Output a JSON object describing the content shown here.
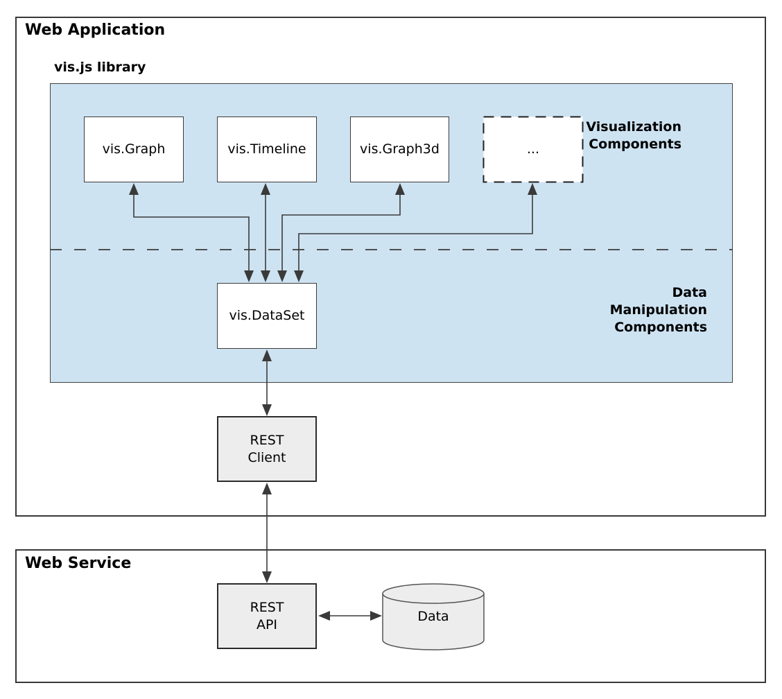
{
  "titles": {
    "web_application": "Web Application",
    "vis_library": "vis.js library",
    "web_service": "Web Service"
  },
  "section_labels": {
    "visualization": "Visualization\nComponents",
    "data_manipulation": "Data\nManipulation\nComponents"
  },
  "viz_components": [
    {
      "label": "vis.Graph"
    },
    {
      "label": "vis.Timeline"
    },
    {
      "label": "vis.Graph3d"
    },
    {
      "label": "..."
    }
  ],
  "boxes": {
    "dataset": "vis.DataSet",
    "rest_client": "REST\nClient",
    "rest_api": "REST\nAPI",
    "data_store": "Data"
  },
  "colors": {
    "panel_blue": "#cee3f2",
    "box_white": "#ffffff",
    "box_gray": "#ededed",
    "border_dark": "#3a3a3a",
    "arrow": "#3a3a3a",
    "text": "#000000"
  }
}
